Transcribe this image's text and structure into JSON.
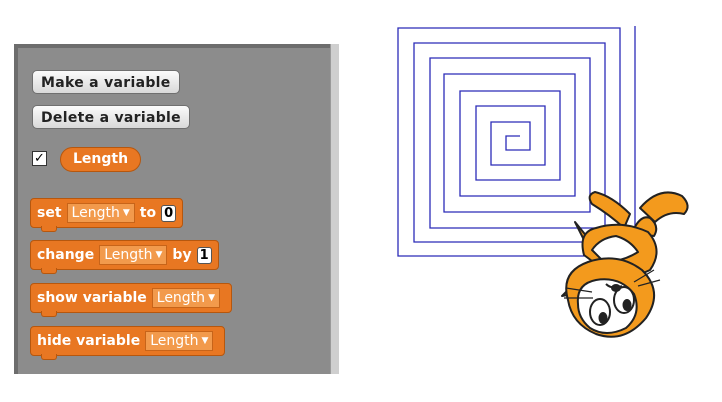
{
  "palette": {
    "make_variable": "Make a variable",
    "delete_variable": "Delete a variable",
    "variable_checked": "✓",
    "variable_name": "Length",
    "blocks": [
      {
        "word1": "set",
        "var": "Length",
        "word2": "to",
        "value": "0"
      },
      {
        "word1": "change",
        "var": "Length",
        "word2": "by",
        "value": "1"
      },
      {
        "word1": "show variable",
        "var": "Length"
      },
      {
        "word1": "hide variable",
        "var": "Length"
      }
    ],
    "dropdown_arrow": "▼"
  },
  "stage": {
    "sprite": "cat-sprite",
    "pen_color": "#2b2bb8",
    "block_color": "#e87722"
  }
}
